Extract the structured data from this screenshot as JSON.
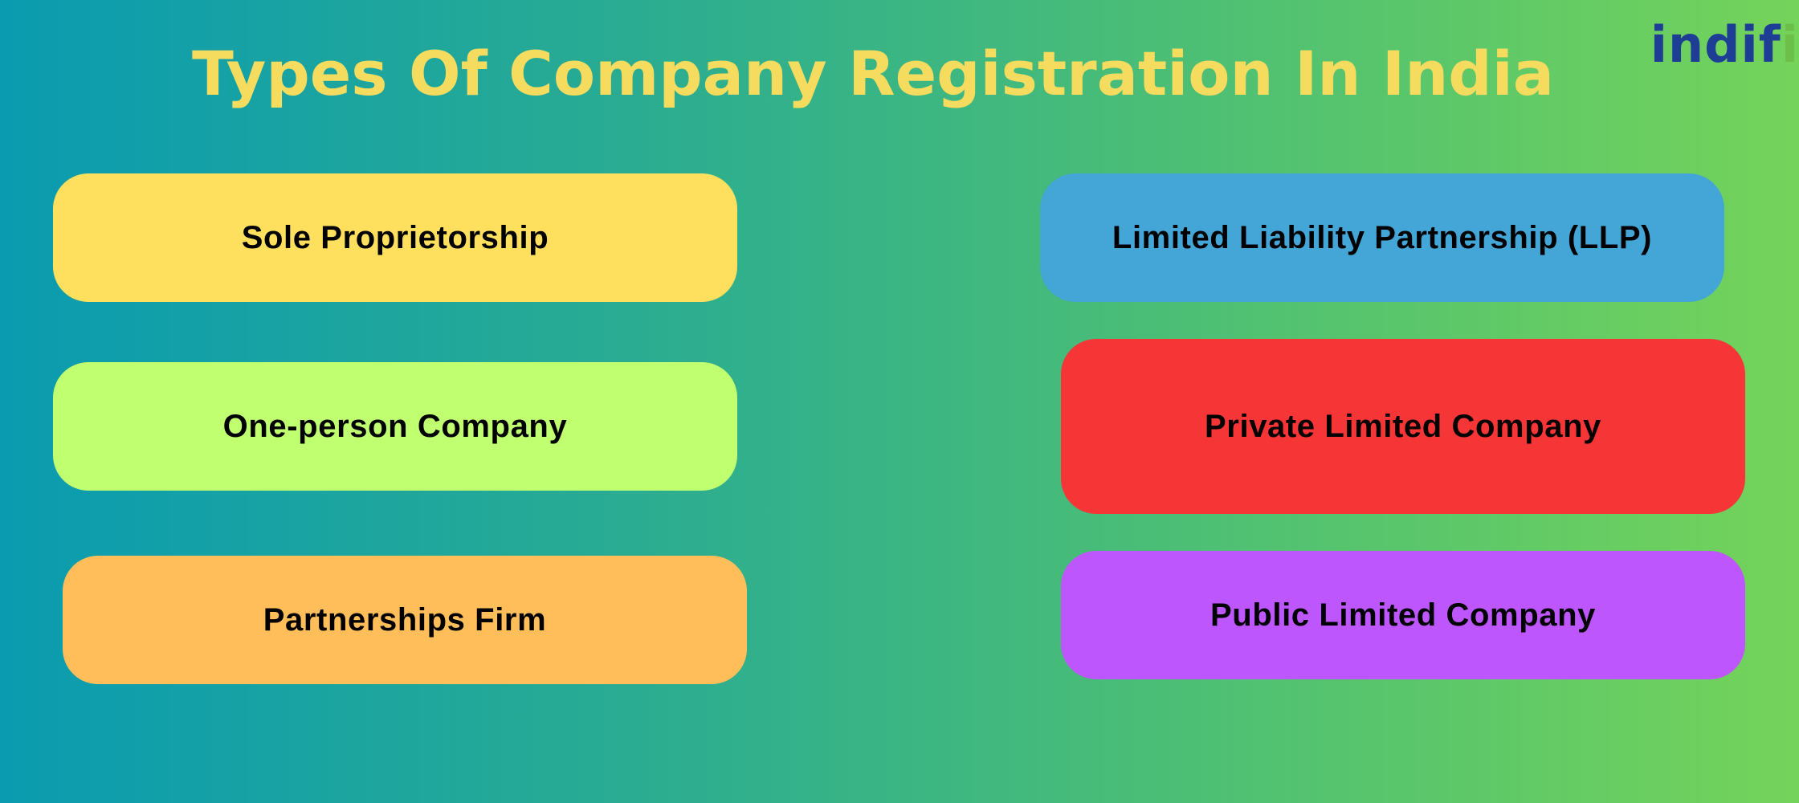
{
  "title": "Types Of Company Registration In India",
  "logo": {
    "text_before_dot": "indif",
    "dot_letter": "i",
    "colors": {
      "text": "#1d3e94",
      "dot": "#6cc04a"
    }
  },
  "boxes": [
    {
      "label": "Sole Proprietorship",
      "color": "#ffe05e"
    },
    {
      "label": "One-person Company",
      "color": "#c0ff70"
    },
    {
      "label": "Partnerships Firm",
      "color": "#ffbe5a"
    },
    {
      "label": "Limited Liability Partnership (LLP)",
      "color": "#44a5d7"
    },
    {
      "label": "Private Limited Company",
      "color": "#f63537"
    },
    {
      "label": "Public Limited Company",
      "color": "#bd56fc"
    }
  ],
  "colors": {
    "title": "#f6dc5e",
    "background_start": "#0a9bb0",
    "background_end": "#74d35a"
  }
}
